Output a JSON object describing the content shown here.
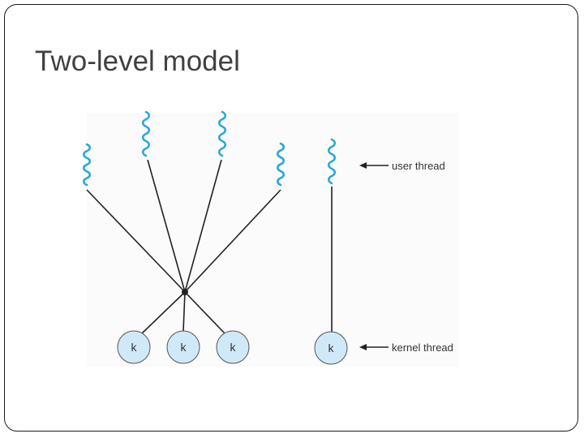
{
  "slide": {
    "title": "Two-level model"
  },
  "diagram": {
    "colors": {
      "thread_wave": "#29a8d8",
      "kernel_fill": "#cfe9f9",
      "kernel_stroke": "#555555",
      "line": "#222222",
      "label_text": "#333333"
    },
    "user_thread_count": 5,
    "kernel_thread_count": 4,
    "kernel_label": "k",
    "labels": {
      "user_thread": "user thread",
      "kernel_thread": "kernel thread"
    }
  }
}
